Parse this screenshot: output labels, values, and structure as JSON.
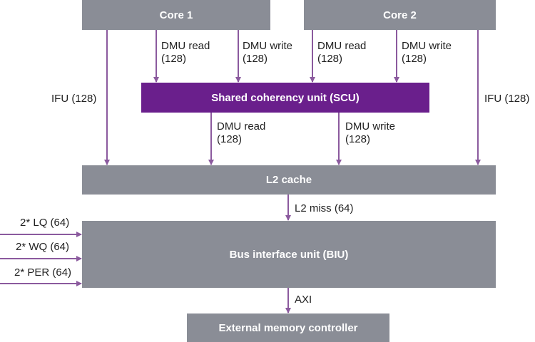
{
  "colors": {
    "block": "#8a8d96",
    "scu": "#6a1f8c",
    "arrow": "#8b5a9e"
  },
  "blocks": {
    "core1": "Core 1",
    "core2": "Core 2",
    "scu": "Shared coherency unit (SCU)",
    "l2": "L2 cache",
    "biu": "Bus interface unit (BIU)",
    "emc": "External memory controller"
  },
  "labels": {
    "core1_read": [
      "DMU read",
      "(128)"
    ],
    "core1_write": [
      "DMU write",
      "(128)"
    ],
    "core2_read": [
      "DMU read",
      "(128)"
    ],
    "core2_write": [
      "DMU write",
      "(128)"
    ],
    "scu_read": [
      "DMU read",
      "(128)"
    ],
    "scu_write": [
      "DMU write",
      "(128)"
    ],
    "ifu_left": "IFU (128)",
    "ifu_right": "IFU (128)",
    "l2_miss": "L2 miss (64)",
    "lq": "2* LQ (64)",
    "wq": "2* WQ (64)",
    "per": "2* PER (64)",
    "axi": "AXI"
  }
}
